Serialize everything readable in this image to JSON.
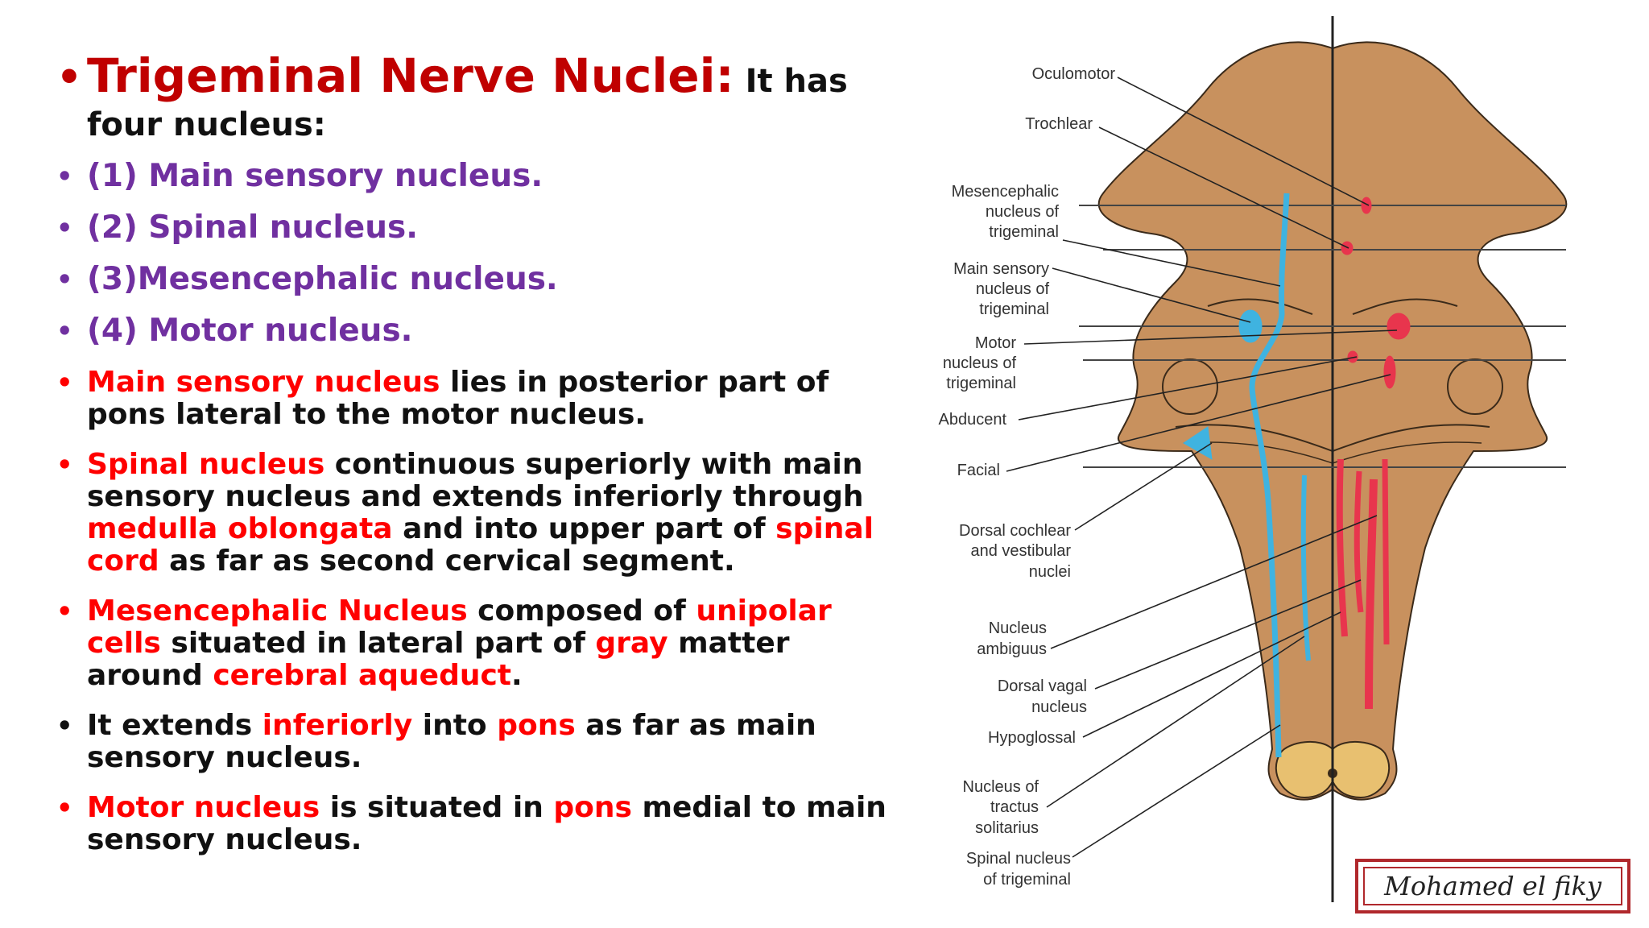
{
  "slide": {
    "title": "Trigeminal Nerve Nuclei:",
    "title_rest": " It has four nucleus:",
    "list": [
      "(1) Main sensory nucleus.",
      "(2) Spinal nucleus.",
      "(3)Mesencephalic nucleus.",
      "(4) Motor nucleus."
    ],
    "p1": {
      "a": "Main sensory nucleus",
      "b": " lies in posterior part of pons lateral to the motor nucleus."
    },
    "p2": {
      "a": "Spinal nucleus",
      "b": " continuous superiorly with main sensory nucleus and extends inferiorly through ",
      "c": "medulla oblongata",
      "d": " and into  upper part of ",
      "e": "spinal cord",
      "f": " as far as second cervical segment."
    },
    "p3": {
      "a": "Mesencephalic Nucleus",
      "b": " composed of ",
      "c": "unipolar cells",
      "d": " situated in lateral part of ",
      "e": "gray",
      "f": " matter around ",
      "g": "cerebral aqueduct",
      "h": "."
    },
    "p4": {
      "a": "It extends ",
      "b": "inferiorly",
      "c": " into ",
      "d": "pons",
      "e": " as far as  main sensory nucleus."
    },
    "p5": {
      "a": "Motor nucleus",
      "b": " is situated in ",
      "c": "pons",
      "d": " medial to main sensory nucleus."
    }
  },
  "diagram": {
    "labels": {
      "oculomotor": "Oculomotor",
      "trochlear": "Trochlear",
      "mesencephalic": [
        "Mesencephalic",
        "nucleus of",
        "trigeminal"
      ],
      "main_sensory": [
        "Main sensory",
        "nucleus of",
        "trigeminal"
      ],
      "motor": [
        "Motor",
        "nucleus of",
        "trigeminal"
      ],
      "abducent": "Abducent",
      "facial": "Facial",
      "dorsal_cochlear": [
        "Dorsal cochlear",
        "and vestibular",
        "nuclei"
      ],
      "ambiguus": [
        "Nucleus",
        "ambiguus"
      ],
      "dorsal_vagal": [
        "Dorsal vagal",
        "nucleus"
      ],
      "hypoglossal": "Hypoglossal",
      "tractus_solitarius": [
        "Nucleus of",
        "tractus",
        "solitarius"
      ],
      "spinal_trigeminal": [
        "Spinal nucleus",
        "of trigeminal"
      ]
    },
    "colors": {
      "brainstem": "#c8915e",
      "brainstem_outline": "#3a2a1a",
      "sensory": "#3fb3e0",
      "motor": "#e8354d",
      "gray_matter": "#e8c070"
    }
  },
  "signature": "Mohamed el fiky"
}
